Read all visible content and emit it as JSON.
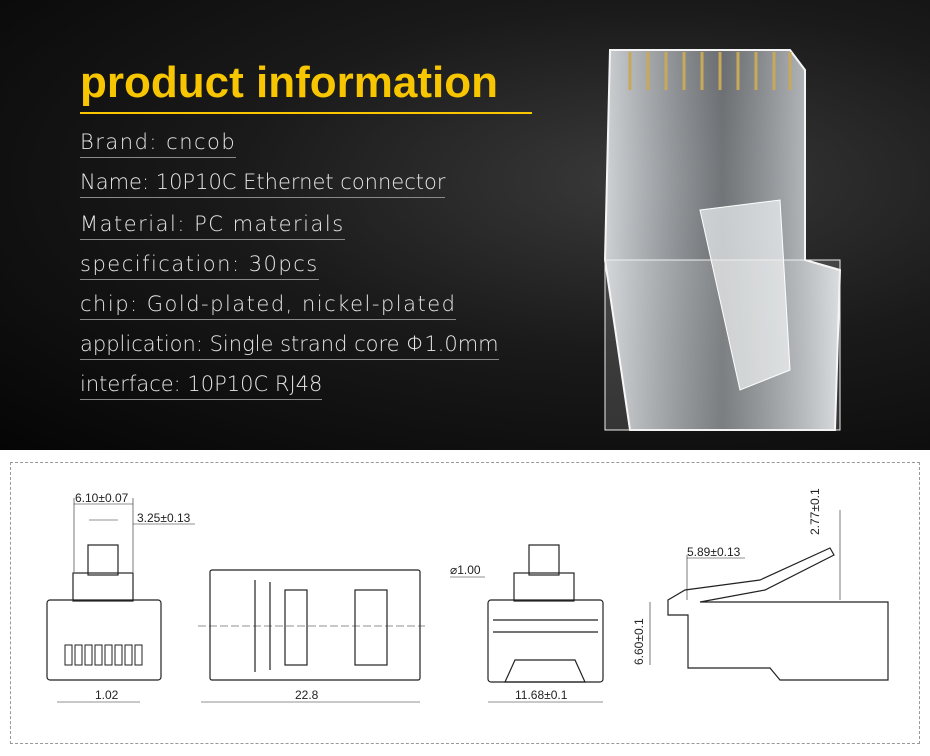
{
  "header": {
    "title": "product information"
  },
  "specs": [
    {
      "label": "Brand: cncob"
    },
    {
      "label": "Name: 10P10C  Ethernet connector"
    },
    {
      "label": "Material: PC materials"
    },
    {
      "label": "specification: 30pcs"
    },
    {
      "label": "chip: Gold-plated, nickel-plated"
    },
    {
      "label": "application: Single strand core Φ1.0mm"
    },
    {
      "label": "interface: 10P10C RJ48"
    }
  ],
  "drawing": {
    "dimensions": {
      "width_top": "6.10±0.07",
      "latch_width": "3.25±0.13",
      "pin_pitch": "1.02",
      "length": "22.8",
      "hole_dia": "⌀1.00",
      "body_width": "11.68±0.1",
      "latch_offset": "5.89±0.13",
      "latch_height": "2.77±0.1",
      "body_height": "6.60±0.1"
    }
  },
  "colors": {
    "accent": "#f7c600",
    "background": "#0a0a0a"
  }
}
